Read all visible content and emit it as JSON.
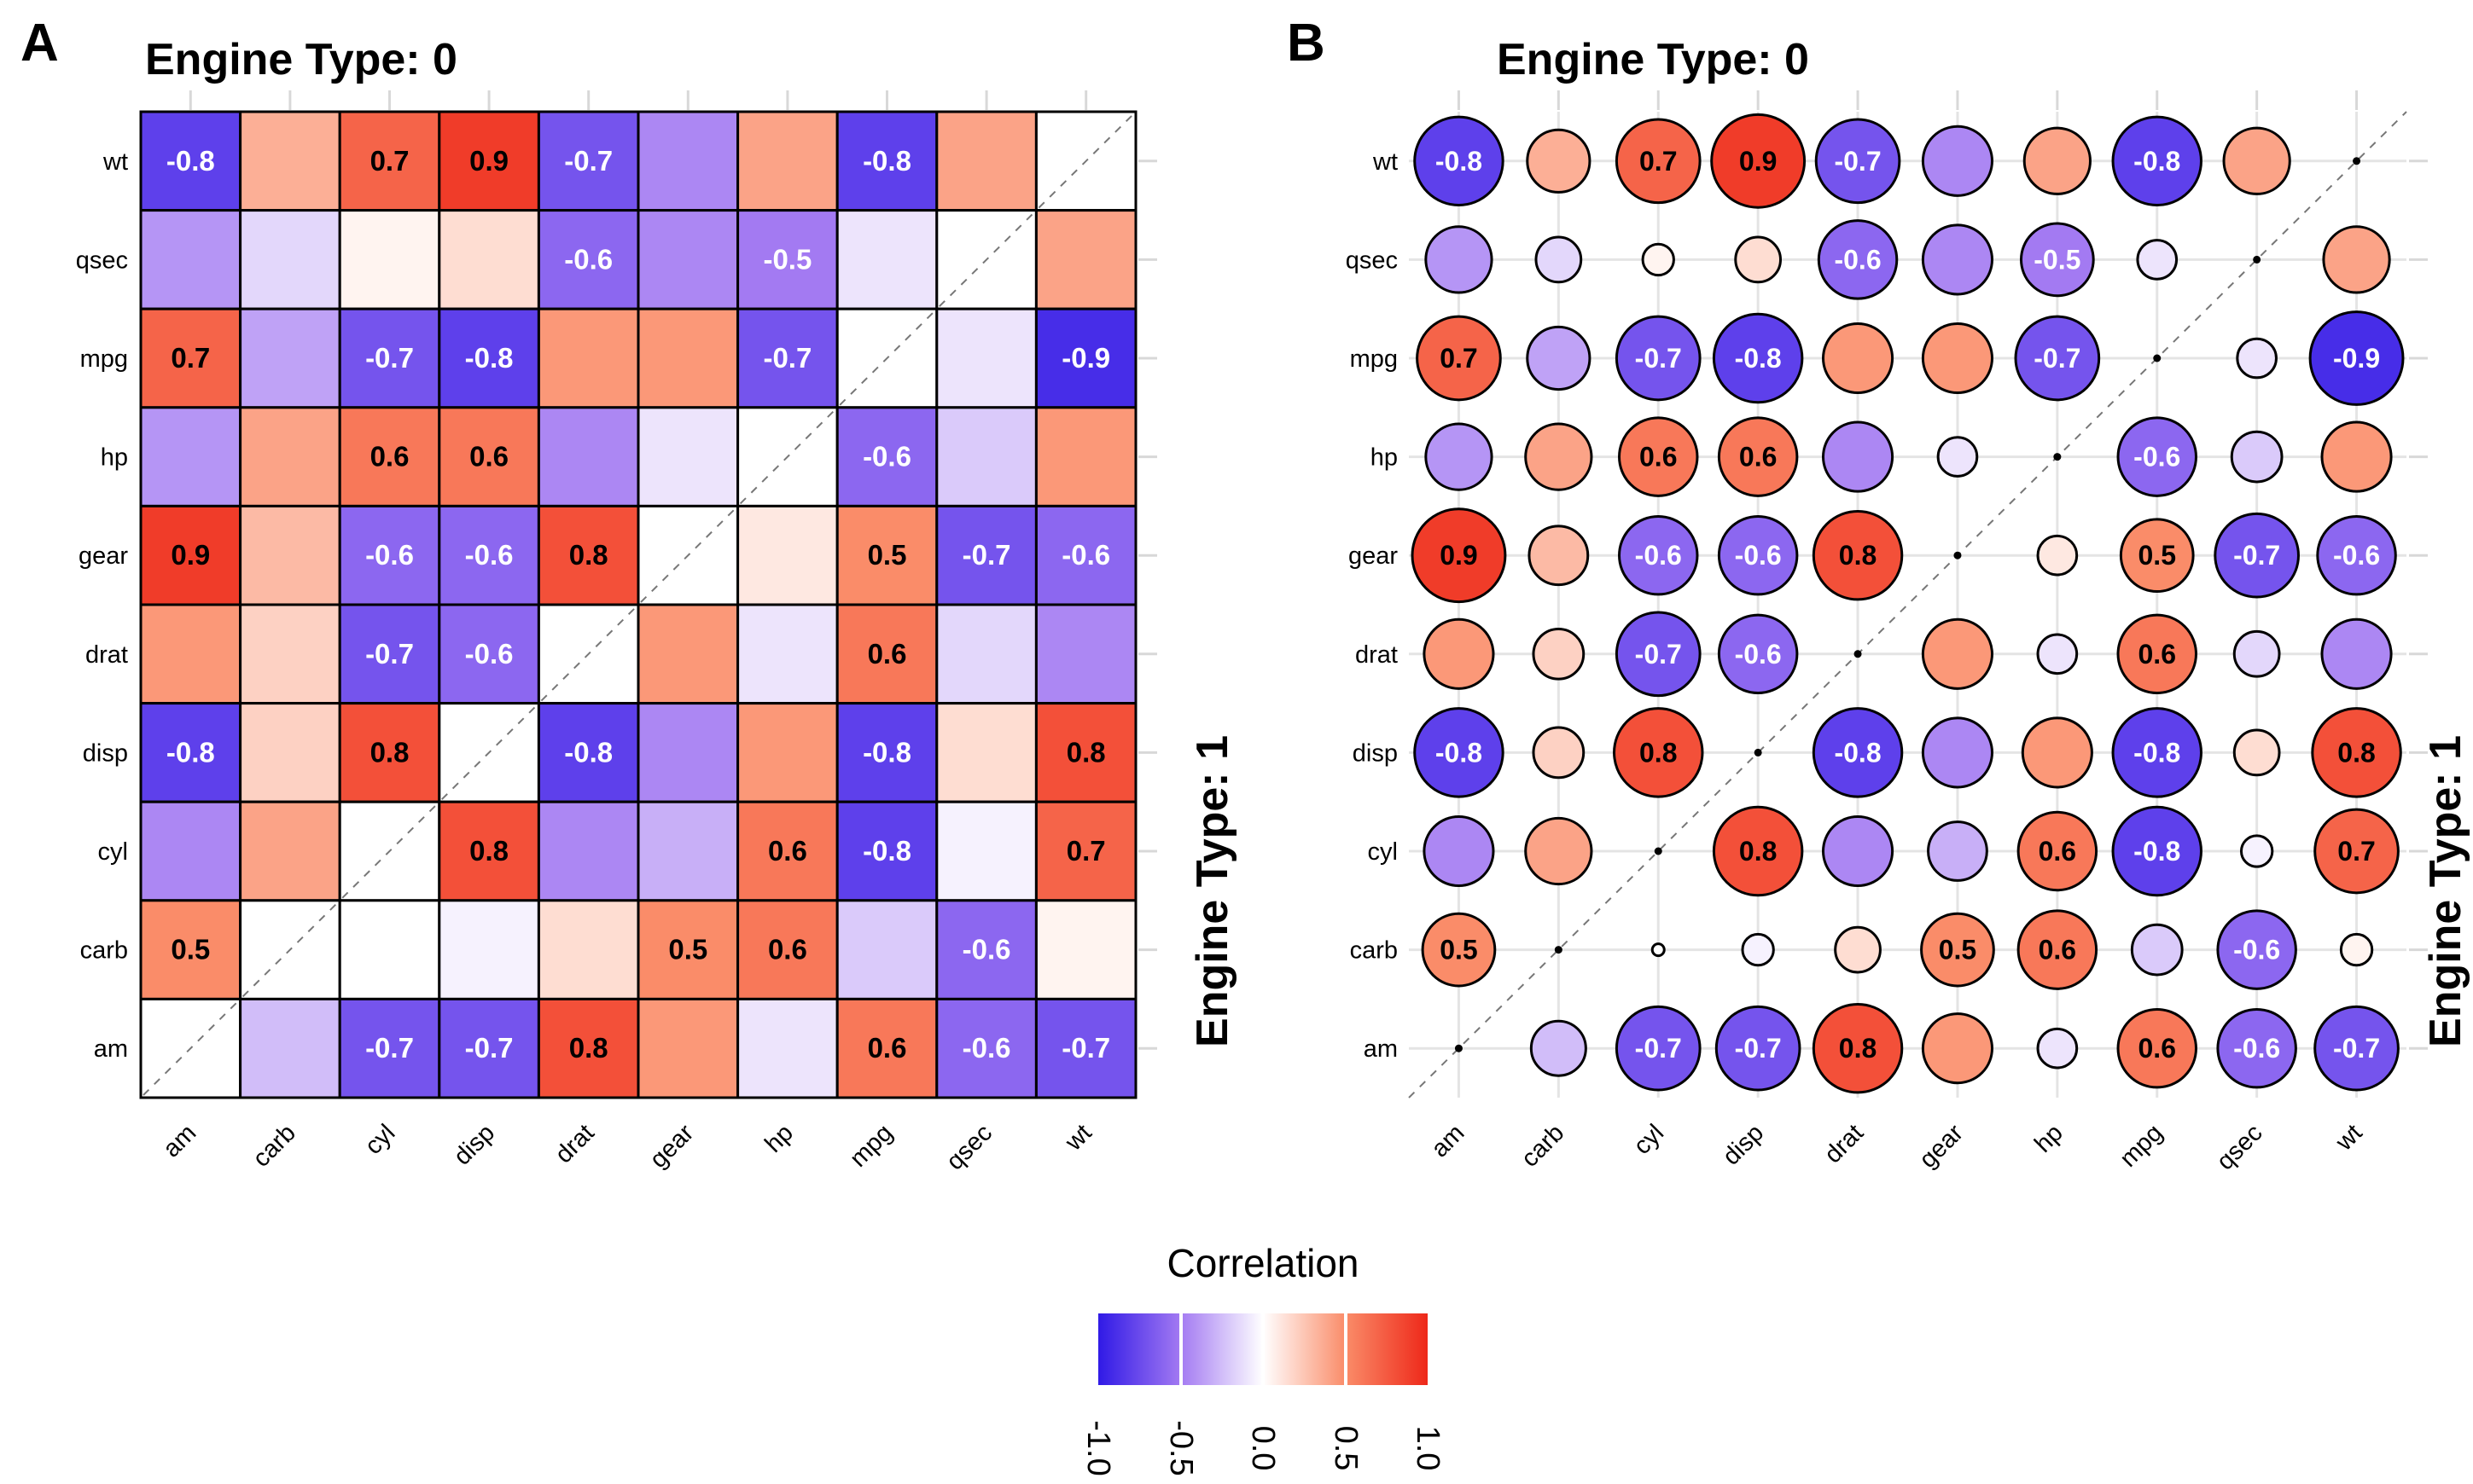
{
  "figure": {
    "panels": [
      {
        "tag": "A",
        "title": "Engine Type: 0",
        "right_label": "Engine Type: 1",
        "style": "heatmap-tiles"
      },
      {
        "tag": "B",
        "title": "Engine Type: 0",
        "right_label": "Engine Type: 1",
        "style": "sized-circles"
      }
    ],
    "legend": {
      "title": "Correlation",
      "ticks": [
        "-1.0",
        "-0.5",
        "0.0",
        "0.5",
        "1.0"
      ]
    }
  },
  "chart_data": {
    "type": "heatmap",
    "description": "Pairwise correlation matrix of mtcars variables; upper-left triangle = Engine Type 0, lower-right triangle = Engine Type 1; panel A tiles, panel B circles sized by |r|; diagonal left blank with dashed identity line",
    "columns": [
      "am",
      "carb",
      "cyl",
      "disp",
      "drat",
      "gear",
      "hp",
      "mpg",
      "qsec",
      "wt"
    ],
    "rows_top_to_bottom": [
      "wt",
      "qsec",
      "mpg",
      "hp",
      "gear",
      "drat",
      "disp",
      "cyl",
      "carb",
      "am"
    ],
    "values_by_row": {
      "wt": [
        -0.8,
        0.35,
        0.7,
        0.9,
        -0.7,
        -0.45,
        0.4,
        -0.8,
        0.4,
        null
      ],
      "qsec": [
        -0.4,
        -0.15,
        0.05,
        0.15,
        -0.6,
        -0.45,
        -0.5,
        -0.1,
        null,
        0.4
      ],
      "mpg": [
        0.7,
        -0.35,
        -0.7,
        -0.8,
        0.45,
        0.45,
        -0.7,
        null,
        -0.1,
        -0.9
      ],
      "hp": [
        -0.4,
        0.4,
        0.6,
        0.6,
        -0.45,
        -0.1,
        null,
        -0.6,
        -0.2,
        0.45
      ],
      "gear": [
        0.9,
        0.3,
        -0.6,
        -0.6,
        0.8,
        null,
        0.1,
        0.5,
        -0.7,
        -0.6
      ],
      "drat": [
        0.45,
        0.2,
        -0.7,
        -0.6,
        null,
        0.45,
        -0.1,
        0.6,
        -0.15,
        -0.45
      ],
      "disp": [
        -0.8,
        0.2,
        0.8,
        null,
        -0.8,
        -0.45,
        0.45,
        -0.8,
        0.15,
        0.8
      ],
      "cyl": [
        -0.45,
        0.4,
        null,
        0.8,
        -0.45,
        -0.3,
        0.6,
        -0.8,
        -0.05,
        0.7
      ],
      "carb": [
        0.5,
        null,
        0.0,
        -0.05,
        0.15,
        0.5,
        0.6,
        -0.2,
        -0.6,
        0.05
      ],
      "am": [
        null,
        -0.25,
        -0.7,
        -0.7,
        0.8,
        0.45,
        -0.1,
        0.6,
        -0.6,
        -0.7
      ]
    },
    "label_threshold": 0.5,
    "value_limits": [
      -1,
      1
    ],
    "legend_ticks": [
      -1.0,
      -0.5,
      0.0,
      0.5,
      1.0
    ],
    "colors": {
      "negative_end": "#301AE6",
      "negative_mid": "#A37AF2",
      "zero": "#FFFFFF",
      "positive_mid": "#FA8C69",
      "positive_end": "#EE2819",
      "tile_border": "#000000",
      "gridline": "#E4E4E4",
      "tick_stub": "#D8D8D8",
      "dashed_diagonal": "#777777"
    },
    "grid": "on",
    "legend_position": "bottom-center"
  }
}
